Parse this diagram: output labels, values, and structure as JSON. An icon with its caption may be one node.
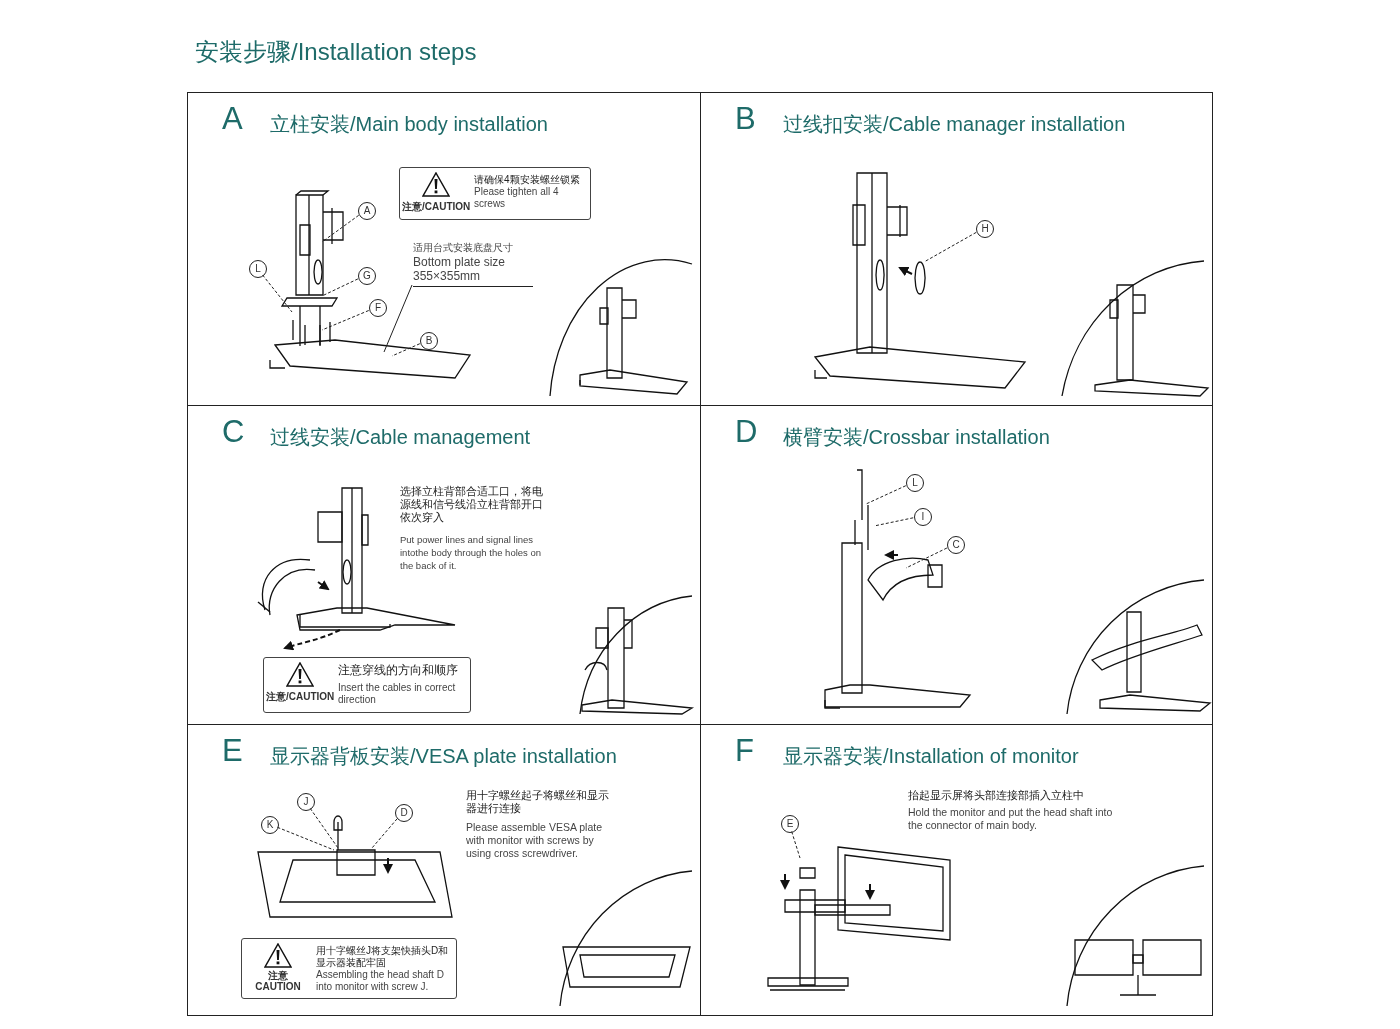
{
  "diagram": {
    "title": "安装步骤/Installation steps",
    "nodes": [
      {
        "text": [
          "A",
          "立柱安装/Main body installation"
        ]
      },
      {
        "text": [
          "注意/CAUTION",
          "请确保4颗安装螺丝锁紧",
          "Please tighten all 4 screws"
        ],
        "in": 0
      },
      {
        "text": [
          "适用台式安装底盘尺寸",
          "Bottom plate size 355×355mm"
        ],
        "in": 0
      },
      {
        "text": [
          "A"
        ],
        "in": 0
      },
      {
        "text": [
          "L"
        ],
        "in": 0
      },
      {
        "text": [
          "G"
        ],
        "in": 0
      },
      {
        "text": [
          "F"
        ],
        "in": 0
      },
      {
        "text": [
          "B"
        ],
        "in": 0
      },
      {
        "text": [
          "B",
          "过线扣安装/Cable manager installation"
        ]
      },
      {
        "text": [
          "H"
        ],
        "in": 8
      },
      {
        "text": [
          "C",
          "过线安装/Cable management"
        ]
      },
      {
        "text": [
          "注意/CAUTION",
          "注意穿线的方向和顺序",
          "Insert the cables in correct direction"
        ],
        "in": 10
      },
      {
        "text": [
          "D",
          "横臂安装/Crossbar installation"
        ]
      },
      {
        "text": [
          "L"
        ],
        "in": 12
      },
      {
        "text": [
          "I"
        ],
        "in": 12
      },
      {
        "text": [
          "C"
        ],
        "in": 12
      },
      {
        "text": [
          "E",
          "显示器背板安装/VESA plate installation"
        ]
      },
      {
        "text": [
          "J"
        ],
        "in": 16
      },
      {
        "text": [
          "D"
        ],
        "in": 16
      },
      {
        "text": [
          "K"
        ],
        "in": 16
      },
      {
        "text": [
          "注意 CAUTION",
          "用十字螺丝J将支架快插头D和显示器装配牢固",
          "Assembling the head shaft D into monitor with screw J."
        ],
        "in": 16
      },
      {
        "text": [
          "F",
          "显示器安装/Installation of monitor"
        ]
      },
      {
        "text": [
          "E"
        ],
        "in": 21
      }
    ],
    "edges": [
      {
        "from": 3,
        "to": null,
        "arrow": "none",
        "style": "dashed"
      },
      {
        "from": 4,
        "to": null,
        "arrow": "none",
        "style": "dashed"
      },
      {
        "from": 5,
        "to": null,
        "arrow": "none",
        "style": "dashed"
      },
      {
        "from": 6,
        "to": null,
        "arrow": "none",
        "style": "dashed"
      },
      {
        "from": 7,
        "to": null,
        "arrow": "none",
        "style": "dashed"
      },
      {
        "from": 2,
        "to": null,
        "arrow": "none"
      },
      {
        "from": 9,
        "to": null,
        "arrow": "none",
        "style": "dashed"
      },
      {
        "from": 13,
        "to": null,
        "arrow": "none",
        "style": "dashed"
      },
      {
        "from": 14,
        "to": null,
        "arrow": "none",
        "style": "dashed"
      },
      {
        "from": 15,
        "to": null,
        "arrow": "none",
        "style": "dashed"
      },
      {
        "from": 17,
        "to": null,
        "arrow": "none",
        "style": "dashed"
      },
      {
        "from": 18,
        "to": null,
        "arrow": "none",
        "style": "dashed"
      },
      {
        "from": 19,
        "to": null,
        "arrow": "none",
        "style": "dashed"
      },
      {
        "from": 22,
        "to": null,
        "arrow": "none",
        "style": "dashed"
      }
    ],
    "labels": [
      "选择立柱背部合适工口，将电源线和信号线沿立柱背部开口依次穿入",
      "Put power lines and signal lines intothe body through the holes on the back of it.",
      "用十字螺丝起子将螺丝和显示器进行连接",
      "Please assemble VESA plate with monitor with screws by using cross screwdriver.",
      "抬起显示屏将头部连接部插入立柱中",
      "Hold the monitor and put the head shaft into the connector of main body."
    ]
  }
}
